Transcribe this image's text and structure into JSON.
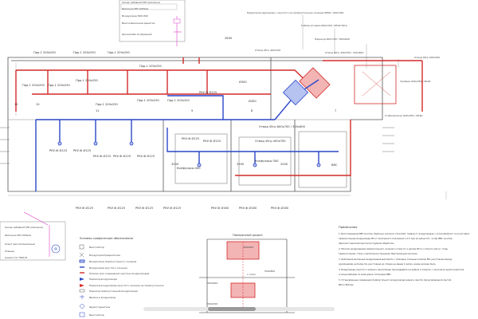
{
  "top_legend": {
    "rows": [
      "Анкер забивной М8 (шпилька)",
      "Шпилька М8 1000мм",
      "Воздуховод 500х300",
      "Вентиляционная решетка",
      "Кронштейн Z-образный"
    ]
  },
  "top_labels": {
    "transition": "Переход воздуховода с круглого на прямоугольное сечение Ø500 / 600х300",
    "connector": "Гибкая вставка 600х300 / Ø500 90гр",
    "reduction1": "Отвод 45гр 400х700",
    "reduction2": "Переход 400х700 / 300х600",
    "elbow": "Отвод 90гр 600х300",
    "tee": "Тройник 600х250 / Ø100",
    "cheeks": "Отвод 90гр 400х700 / 300х600",
    "stabilizer": "Стабилизатор 600х250 / Ø160"
  },
  "ducts": {
    "prp": [
      "Прр-1 200х250",
      "Прр-1 200х250",
      "Прр-1 200х250",
      "Прр-1 200х250",
      "Прр-1 200х250",
      "Прр-1 200х250",
      "Прр-1 200х250",
      "Прр-1 200х250",
      "Прр-1 200х250",
      "Прр-1 200х250"
    ],
    "rku": [
      "РКУ-Ф Ø125",
      "РКУ-Ф Ø125",
      "РКУ-Ф Ø125",
      "РКУ-Ф Ø125",
      "РКУ-Ф Ø125",
      "РКУ-Ф Ø125",
      "РКУ-Ф Ø125",
      "РКУ-Ф Ø125"
    ],
    "rku_bottom": [
      "РКУ-Ф Ø125",
      "РКУ-Ф Ø125",
      "РКУ-Ф Ø125",
      "РКУ-Ф Ø125",
      "РКУ-Ф Ø160",
      "РКУ-Ф Ø160",
      "РКУ-Ф Ø160"
    ],
    "mid": [
      "Отвод 45гр 400х700",
      "Отвод 45гр 600х700 / 300х600",
      "Конфузоры 400",
      "Конфузоры 300",
      "ВВС",
      "Ø300",
      "Ø300"
    ]
  },
  "rooms": {
    "numbers": [
      "12",
      "10",
      "11",
      "9",
      "8",
      "7"
    ],
    "dims": [
      "2600",
      "3200",
      "2950",
      "2500"
    ]
  },
  "left_legend": {
    "rows": [
      "Анкер забивной М8 (шпилька)",
      "Шпилька М8 1000мм",
      "Хомут вентиляционный",
      "Фланец",
      "Анемостат ПКИ-Ф"
    ]
  },
  "main_legend": {
    "title": "Условно-графические обозначения",
    "rows": [
      "Вентилятор",
      "Воздухораспределитель",
      "Воздуховод прямоугольного сечения",
      "Воздуховод круглого сечения",
      "Клапан для соединения круглых воздуховодов",
      "Переход воздуховода",
      "Переход воздуховода круглого сечения на прямоугольное",
      "Переход прямоугольный воздуховода",
      "Врезка в воздуховод",
      "Шумоглушитель",
      "Вентилятор"
    ]
  },
  "section": {
    "title": "Поперечный разрез",
    "labels": [
      "400х400",
      "500х800",
      "1 этаж",
      "300х600",
      "300х300"
    ]
  },
  "notes": {
    "title": "Примечания",
    "lines": [
      "1. Для помещения ВВС монтаж обратных заслонок типа КОК, подвод от воздуховодов с углом двойного скоса вставок",
      "   прямоугольные воздуховоды Ø5 от монтажного положения 1:2.5 при их длине 0,5...1,2(4) ВВС, монтаж",
      "   обратного вентилятора пескоструйной обработки.",
      "2. Монтаж воздуховодов прямоугольного сечения и стали Ст.1 (кроме Ø3 2-х слоя) по месту: сталь",
      "   прямоугольная, сталь к металлоконструкциям. Вертикальная монтажа.",
      "3. Крепление вытяжных воздуховодов выполнять с помощью стальных шпилек М8, расстояние между",
      "   креплениями не более 3м, расстояние до отвода не менее 1 метра. Анкер должен быть",
      "4. Воздуховоды круглого сечения к вентиляции прокладывать на рейках и хомутах, с монтажом шумоглушителя",
      "   и кронштейнами по всей длине. Установка ВВС.",
      "5. Установленные соединения прямоугольного воздуховода закрыть лентой, фольгированной лентой.",
      "   Ø8 по 800 мм."
    ]
  },
  "colors": {
    "supply": "#d42a2a",
    "exhaust": "#2a46c8",
    "accent": "#e040c8"
  },
  "scrollbar": {
    "position_fraction": 0.45
  }
}
